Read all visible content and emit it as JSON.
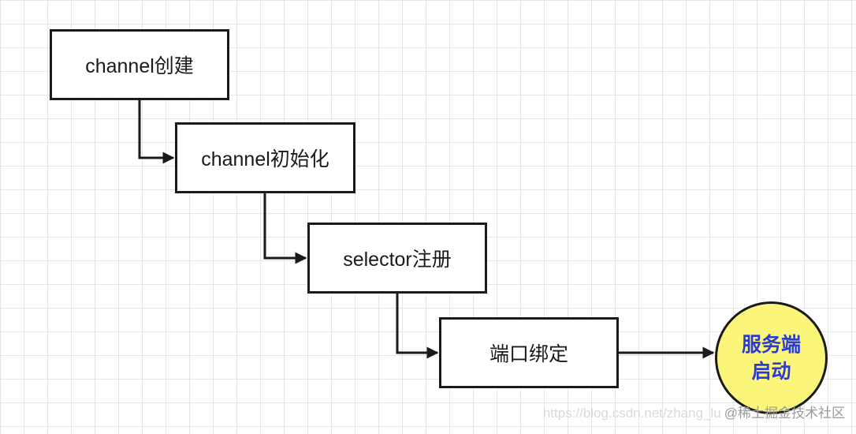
{
  "nodes": [
    {
      "label": "channel创建"
    },
    {
      "label": "channel初始化"
    },
    {
      "label": "selector注册"
    },
    {
      "label": "端口绑定"
    }
  ],
  "end_node": {
    "label": "服务端启动",
    "fill_color": "#fbf67a",
    "text_color": "#2a3bd6"
  },
  "colors": {
    "stroke": "#1a1a1a",
    "grid": "#e6e6e6"
  },
  "watermark": {
    "url": "https://blog.csdn.net/zhang_lu",
    "text": "@稀土掘金技术社区"
  }
}
